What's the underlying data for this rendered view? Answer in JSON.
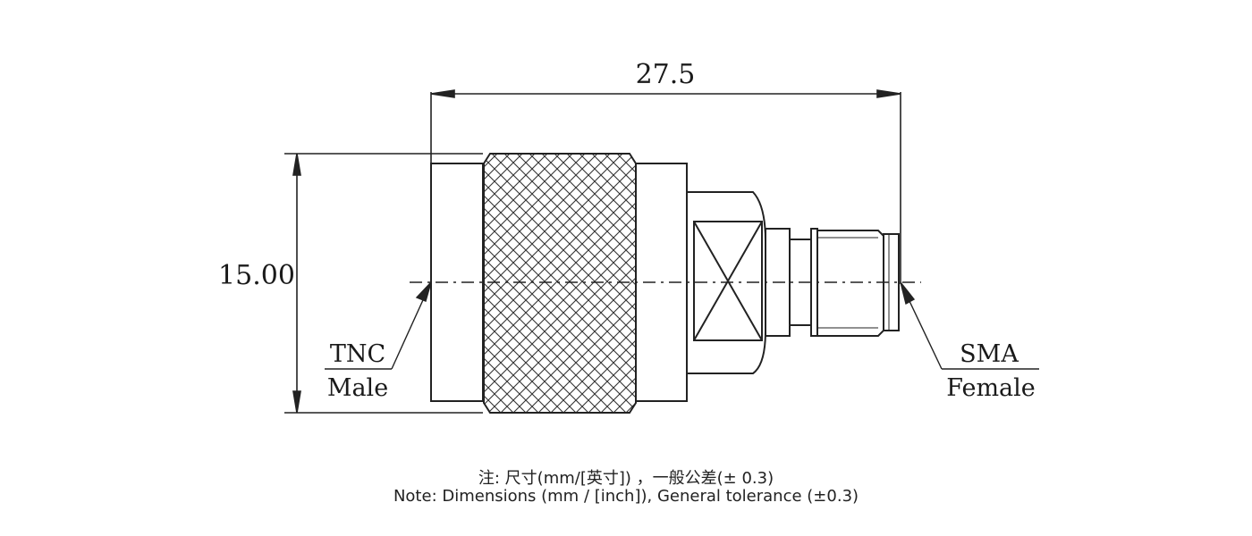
{
  "dimensions": {
    "length": "27.5",
    "diameter": "15.00"
  },
  "labels": {
    "left_type": "TNC",
    "left_gender": "Male",
    "right_type": "SMA",
    "right_gender": "Female"
  },
  "notes": {
    "chinese": "注: 尺寸(mm/[英寸]) ，一般公差(± 0.3)",
    "english": "Note: Dimensions (mm / [inch]), General tolerance (±0.3)"
  }
}
